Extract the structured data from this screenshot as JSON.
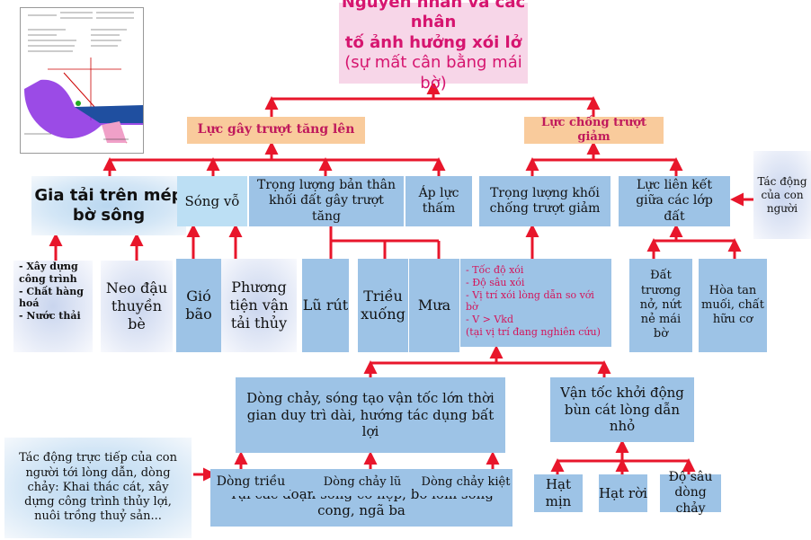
{
  "title": {
    "line1": "Nguyên nhân và các nhân",
    "line2": "tố ảnh hưởng xói lở",
    "line3": "(sự mất cân bằng mái bờ)"
  },
  "left_branch": "Lực gây trượt tăng lên",
  "right_branch": "Lực chống trượt giảm",
  "gia_tai": "Gia tải trên mép bờ sông",
  "song_vo": "Sóng vỗ",
  "trong_luong_ban_than": "Trọng lượng bản thân khối đất gây trượt tăng",
  "ap_luc_tham": "Áp lực thấm",
  "trong_luong_khoi": "Trọng lượng khối chống trượt giảm",
  "luc_lien_ket": "Lực liên kết giữa các lớp đất",
  "tac_dong_nguoi": "Tác động của con người",
  "gia_tai_items": [
    "- Xây dựng công trình",
    "- Chất hàng hoá",
    "- Nước thải"
  ],
  "neo_dau": "Neo đậu thuyền bè",
  "gio_bao": "Gió bão",
  "phuong_tien": "Phương tiện vận tải thủy",
  "lu_rut": "Lũ rút",
  "trieu_xuong": "Triều xuống",
  "mua": "Mưa",
  "toc_do_list": [
    "- Tốc độ xói",
    "- Độ sâu xói",
    "- Vị trí xói lòng dẫn so với bờ",
    "- V > Vkd",
    "(tại vị trí đang nghiên cứu)"
  ],
  "dat_truong_no": "Đất trương nở, nứt nẻ mái bờ",
  "hoa_tan": "Hòa tan muối, chất hữu cơ",
  "dong_chay_song": "Dòng chảy, sóng tạo vận tốc lớn thời gian duy trì dài, hướng tác dụng bất lợi",
  "van_toc_khoi_dong": "Vận tốc khởi động bùn cát lòng dẫn nhỏ",
  "tac_dong_truc_tiep": "Tác động trực tiếp của con người tới lòng dẫn, dòng chảy: Khai thác cát, xây dựng công trình thủy lợi, nuôi trồng thuỷ sản...",
  "dong_trieu": "Dòng triều",
  "dong_chay_lu": "Dòng chảy lũ",
  "dong_chay_kiet": "Dòng chảy kiệt",
  "doan_song": "Tại các đoạn sông co hẹp, bờ lõm sông cong, ngã ba",
  "hat_min": "Hạt mịn",
  "hat_roi": "Hạt rời",
  "do_sau_dong_chay": "Độ sâu dòng chảy",
  "colors": {
    "arrow": "#e8162b",
    "blue": "#9dc3e6",
    "orange": "#f9cb9c",
    "title": "#d6156f"
  }
}
